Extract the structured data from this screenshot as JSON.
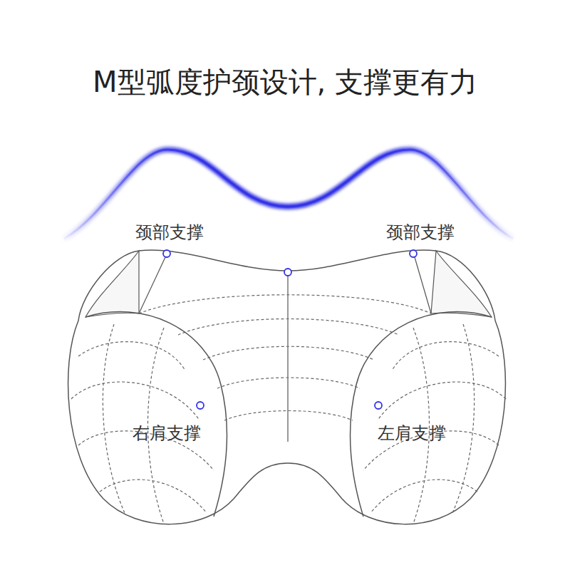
{
  "diagram": {
    "title": "M型弧度护颈设计, 支撑更有力",
    "labels": [
      "颈部支撑",
      "颈部支撑",
      "右肩支撑",
      "左肩支撑"
    ]
  }
}
